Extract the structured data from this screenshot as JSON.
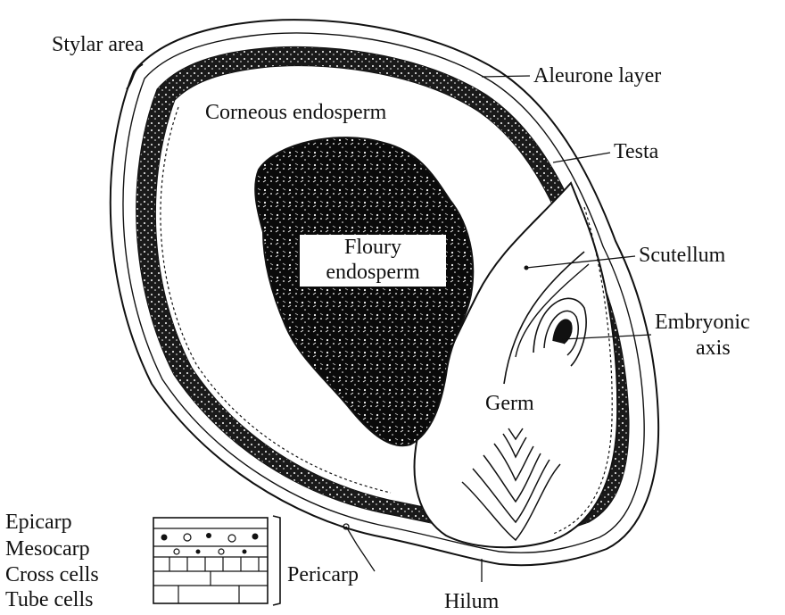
{
  "labels": {
    "stylar_area": "Stylar area",
    "aleurone_layer": "Aleurone layer",
    "corneous_endosperm": "Corneous endosperm",
    "testa": "Testa",
    "floury_line1": "Floury",
    "floury_line2": "endosperm",
    "scutellum": "Scutellum",
    "embryonic_line1": "Embryonic",
    "embryonic_line2": "axis",
    "germ": "Germ",
    "epicarp": "Epicarp",
    "mesocarp": "Mesocarp",
    "cross_cells": "Cross cells",
    "tube_cells": "Tube cells",
    "pericarp": "Pericarp",
    "hilum": "Hilum"
  }
}
